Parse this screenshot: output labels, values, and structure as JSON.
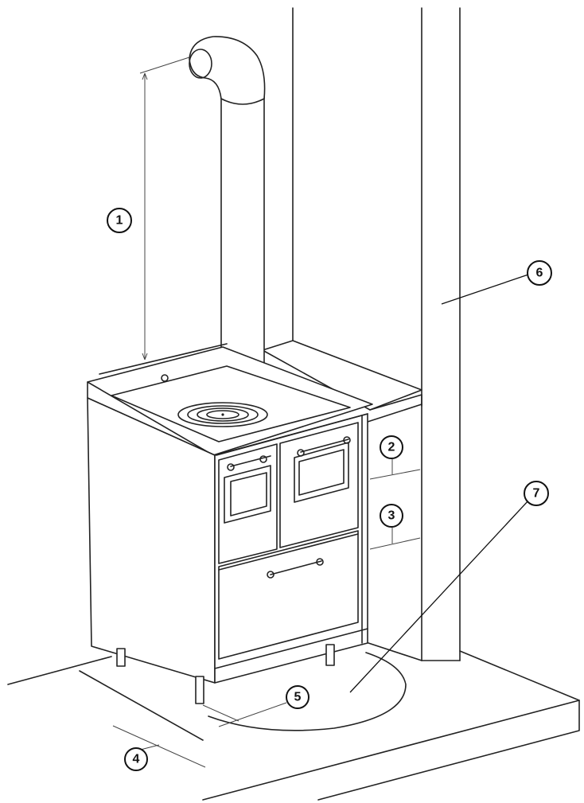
{
  "diagram": {
    "callouts": [
      "1",
      "2",
      "3",
      "4",
      "5",
      "6",
      "7"
    ],
    "colors": {
      "line": "#222222",
      "background": "#ffffff"
    }
  }
}
